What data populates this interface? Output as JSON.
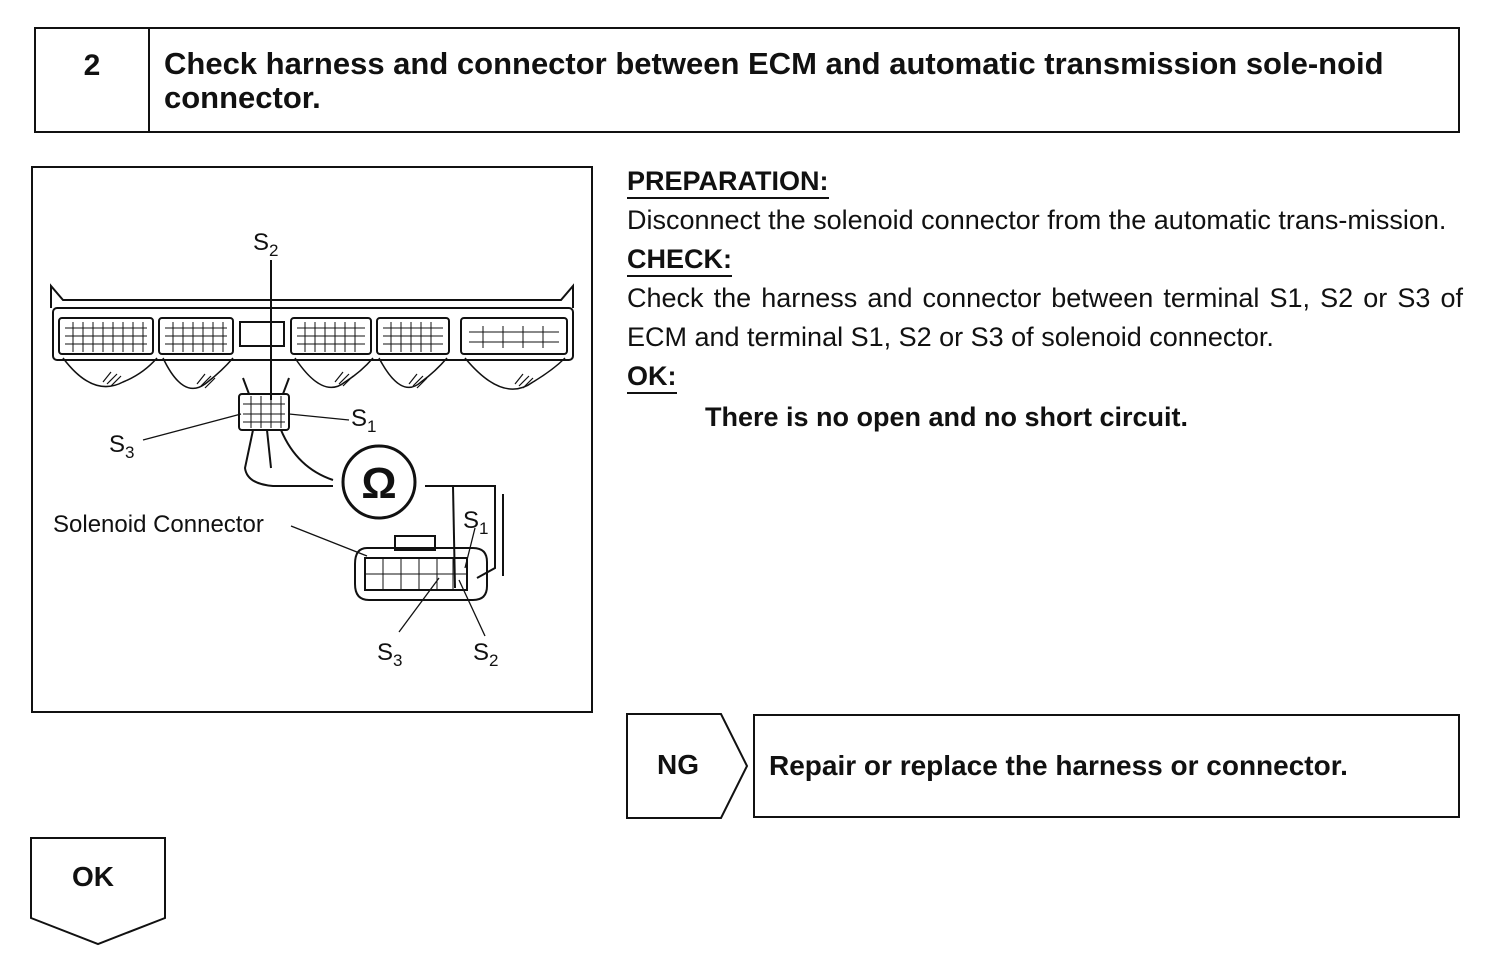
{
  "step": {
    "number": "2",
    "title": "Check harness and connector between ECM and automatic transmission sole-noid connector."
  },
  "figure": {
    "labels": {
      "s2_top": "S",
      "s2_top_sub": "2",
      "s1_top": "S",
      "s1_top_sub": "1",
      "s3_left": "S",
      "s3_left_sub": "3",
      "solenoid_connector": "Solenoid Connector",
      "s1_right": "S",
      "s1_right_sub": "1",
      "s3_bottom": "S",
      "s3_bottom_sub": "3",
      "s2_bottom": "S",
      "s2_bottom_sub": "2",
      "ohm_symbol": "Ω"
    }
  },
  "instructions": {
    "preparation_heading": "PREPARATION:",
    "preparation_text": "Disconnect the solenoid connector from the automatic trans-mission.",
    "check_heading": "CHECK:",
    "check_text": "Check the harness and connector between terminal S1, S2 or S3 of ECM and terminal S1, S2 or S3 of solenoid connector.",
    "ok_heading": "OK:",
    "ok_text": "There is no open and no short circuit."
  },
  "ng": {
    "label": "NG",
    "action": "Repair or replace the harness or connector."
  },
  "ok": {
    "label": "OK"
  }
}
